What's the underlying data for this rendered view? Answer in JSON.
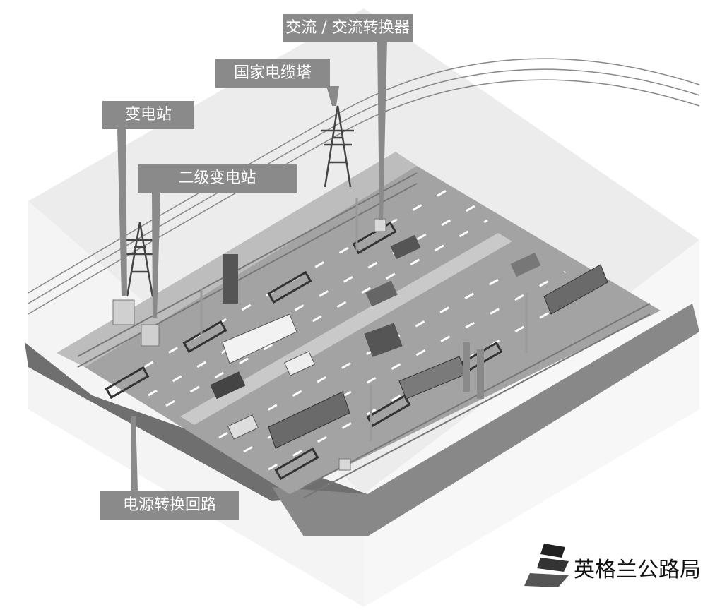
{
  "labels": {
    "ac_converter": "交流 / 交流转换器",
    "national_grid_tower": "国家电缆塔",
    "substation": "变电站",
    "secondary_substation": "二级变电站",
    "power_switching_loop": "电源转换回路"
  },
  "logo": {
    "text": "英格兰公路局",
    "icon": "highways-england-logo-icon"
  },
  "colors": {
    "label_bg": "#8a8a8a",
    "label_text": "#ffffff",
    "road": "#9c9c9c",
    "ground": "#e6e6e6"
  }
}
